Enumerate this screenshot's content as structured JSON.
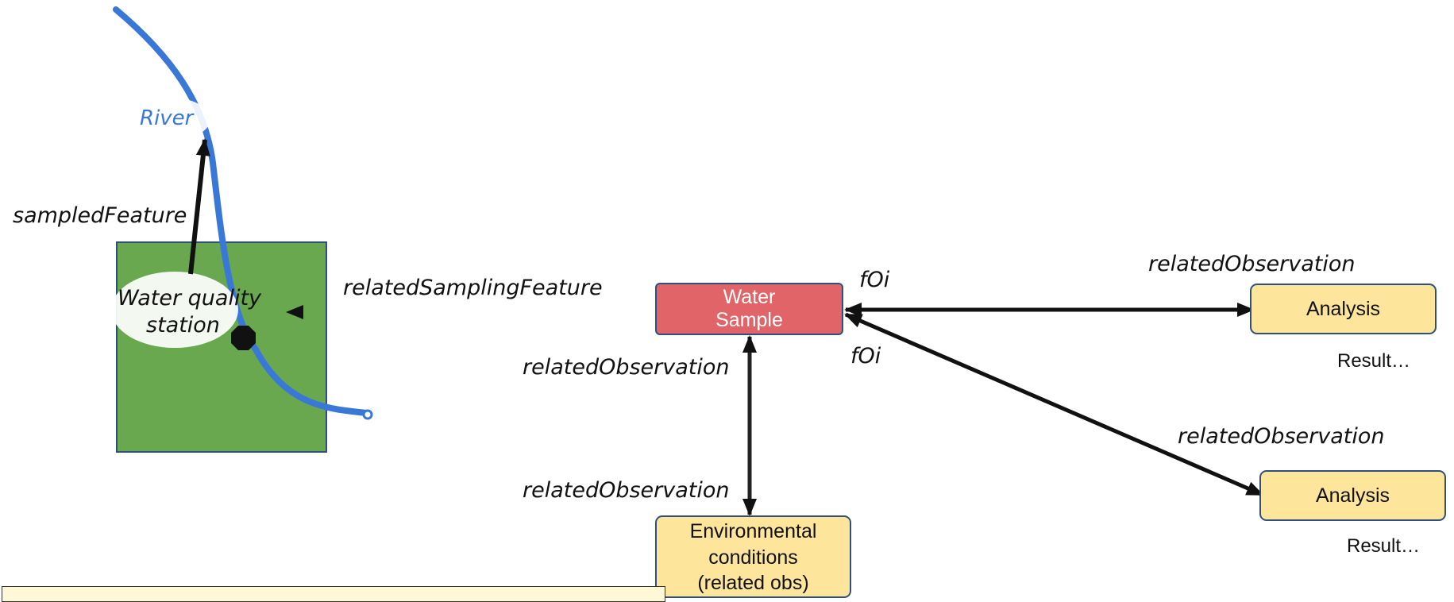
{
  "labels": {
    "river": "River",
    "sampled_feature": "sampledFeature",
    "station_line1": "Water quality",
    "station_line2": "station",
    "related_sampling_feature": "relatedSamplingFeature",
    "foi_top": "fOi",
    "foi_bottom": "fOi",
    "related_obs_top_right": "relatedObservation",
    "related_obs_mid_right": "relatedObservation",
    "related_obs_center_upper": "relatedObservation",
    "related_obs_center_lower": "relatedObservation"
  },
  "nodes": {
    "water_sample": {
      "line1": "Water",
      "line2": "Sample"
    },
    "analysis_top": {
      "label": "Analysis",
      "result": "Result…"
    },
    "analysis_bottom": {
      "label": "Analysis",
      "result": "Result…"
    },
    "environmental": {
      "line1": "Environmental",
      "line2": "conditions",
      "line3": "(related obs)"
    }
  },
  "colors": {
    "river": "#3a78d8",
    "station_area": "#6aa84f",
    "water_sample_fill": "#e06468",
    "analysis_fill": "#fde59c",
    "box_border": "#2f4f7f",
    "arrow": "#111111",
    "river_label": "#3a78d8"
  },
  "icons": {
    "station_marker": "octagon-marker-icon"
  }
}
